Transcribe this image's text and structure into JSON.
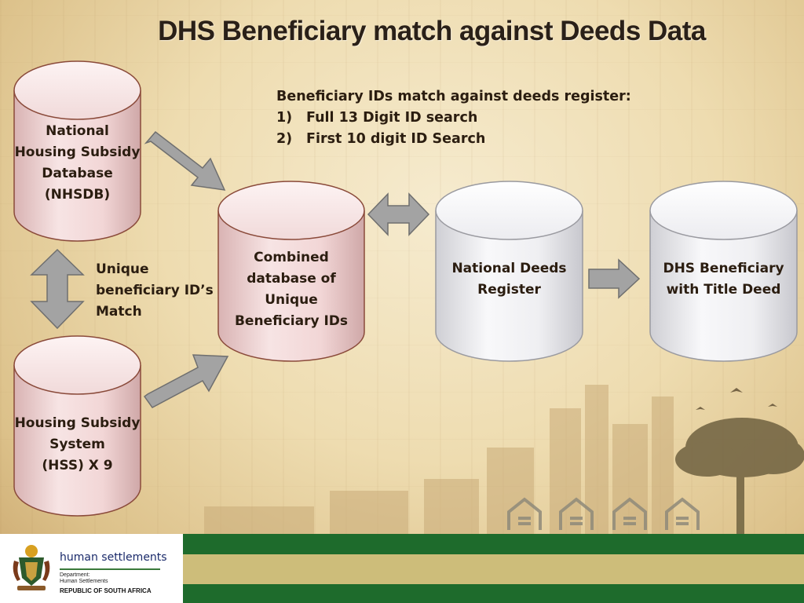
{
  "title": "DHS Beneficiary match against Deeds Data",
  "notes": {
    "heading": "Beneficiary IDs match against deeds register:",
    "items": [
      {
        "num": "1)",
        "text": "Full 13 Digit ID search"
      },
      {
        "num": "2)",
        "text": "First 10 digit ID Search"
      }
    ]
  },
  "cylinders": {
    "nhsdb": {
      "line1": "National",
      "line2": "Housing Subsidy",
      "line3": "Database",
      "line4": "(NHSDB)"
    },
    "hss": {
      "line1": "Housing Subsidy",
      "line2": "System",
      "line3": "(HSS) X 9"
    },
    "combined": {
      "line1": "Combined",
      "line2": "database of",
      "line3": "Unique",
      "line4": "Beneficiary IDs"
    },
    "deeds": {
      "line1": "National Deeds",
      "line2": "Register"
    },
    "dhs": {
      "line1": "DHS Beneficiary",
      "line2": "with Title Deed"
    }
  },
  "match_label": {
    "line1": "Unique",
    "line2": "beneficiary ID’s",
    "line3": "Match"
  },
  "footer": {
    "brand": "human settlements",
    "dept1": "Department:",
    "dept2": "Human Settlements",
    "country": "REPUBLIC OF SOUTH AFRICA"
  },
  "colors": {
    "pink_cylinder": "#f2d4d4",
    "grey_cylinder": "#eeeef0",
    "arrow_fill": "#a3a3a3",
    "stripe_green": "#1e6b2c",
    "stripe_tan": "#cdbd7a"
  }
}
